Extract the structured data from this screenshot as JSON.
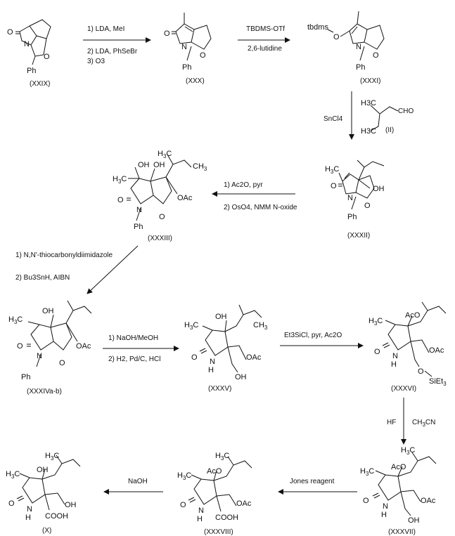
{
  "title": "Synthesis scheme of compound (X)",
  "compounds": {
    "c29": {
      "label": "(XXIX)",
      "atoms": {
        "o1": "O",
        "n": "N",
        "o2": "O",
        "ph": "Ph"
      }
    },
    "c30": {
      "label": "(XXX)",
      "atoms": {
        "o1": "O",
        "n": "N",
        "o2": "O",
        "ph": "Ph"
      }
    },
    "c31": {
      "label": "(XXXI)",
      "atoms": {
        "tbdms": "tbdms",
        "o": "O",
        "n": "N",
        "o2": "O",
        "ph": "Ph"
      }
    },
    "c32": {
      "label": "(XXXII)",
      "atoms": {
        "o1": "O",
        "n": "N",
        "o2": "O",
        "oh": "OH",
        "ph": "Ph"
      }
    },
    "c33": {
      "label": "(XXXIII)",
      "atoms": {
        "h3c": "H3C",
        "oh1": "OH",
        "oh2": "OH",
        "h3c2": "H3C",
        "ch3": "CH3",
        "oac": "OAc",
        "o1": "O",
        "n": "N",
        "o2": "O",
        "ph": "Ph"
      }
    },
    "c34": {
      "label": "(XXXIVa-b)",
      "atoms": {
        "h3c": "H3C",
        "oh": "OH",
        "oac": "OAc",
        "o1": "O",
        "n": "N",
        "o2": "O",
        "ph": "Ph"
      }
    },
    "c35": {
      "label": "(XXXV)",
      "atoms": {
        "h3c": "H3C",
        "oh": "OH",
        "ch3": "CH3",
        "o1": "O",
        "nh": "N",
        "h": "H",
        "oac": "OAc",
        "oh2": "OH"
      }
    },
    "c36": {
      "label": "(XXXVI)",
      "atoms": {
        "h3c": "H3C",
        "aco": "AcO",
        "oac": "OAc",
        "o1": "O",
        "nh": "N",
        "h": "H",
        "o": "O",
        "siet": "SiEt3"
      }
    },
    "c37": {
      "label": "(XXXVII)",
      "atoms": {
        "h3c": "H3C",
        "aco": "AcO",
        "h3c2": "H3C",
        "o1": "O",
        "nh": "N",
        "h": "H",
        "oh": "OH",
        "oac": "OAc"
      }
    },
    "c38": {
      "label": "(XXXVIII)",
      "atoms": {
        "h3c": "H3C",
        "aco": "AcO",
        "h3c2": "H3C",
        "o1": "O",
        "nh": "N",
        "h": "H",
        "cooh": "COOH",
        "oac": "OAc"
      }
    },
    "cx": {
      "label": "(X)",
      "atoms": {
        "h3c": "H3C",
        "oh": "OH",
        "o1": "O",
        "nh": "N",
        "h": "H",
        "cooh": "COOH",
        "oh2": "OH"
      }
    }
  },
  "reagents": {
    "r1": {
      "l1": "1) LDA, MeI",
      "l2": "2) LDA, PhSeBr",
      "l3": "3) O3"
    },
    "r2": {
      "l1": "TBDMS-OTf",
      "l2": "2,6-lutidine"
    },
    "r3": {
      "l1": "SnCl4",
      "l2": "CHO",
      "l3": "(II)",
      "ch3a": "H3C",
      "ch3b": "H3C"
    },
    "r4": {
      "l1": "1) Ac2O, pyr",
      "l2": "2) OsO4, NMM N-oxide"
    },
    "r5": {
      "l1": "1) N,N'-thiocarbonyldiimidazole",
      "l2": "2) Bu3SnH, AIBN"
    },
    "r6": {
      "l1": "1) NaOH/MeOH",
      "l2": "2) H2, Pd/C, HCl"
    },
    "r7": {
      "l1": "Et3SiCl, pyr, Ac2O"
    },
    "r8": {
      "l1": "HF",
      "l2": "CH3CN"
    },
    "r9": {
      "l1": "Jones reagent"
    },
    "r10": {
      "l1": "NaOH"
    }
  }
}
